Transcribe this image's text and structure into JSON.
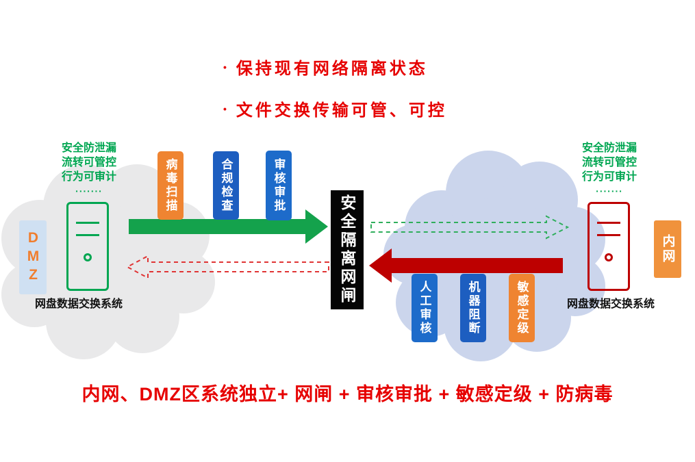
{
  "header": {
    "bullet_glyph": "•",
    "bullets": [
      "保持现有网络隔离状态",
      "文件交换传输可管、可控"
    ]
  },
  "dmz_zone": {
    "badge_label": "DMZ",
    "features": [
      "安全防泄漏",
      "流转可管控",
      "行为可审计",
      "·······"
    ],
    "system_label": "网盘数据交换系统"
  },
  "intranet_zone": {
    "badge_label": "内网",
    "features": [
      "安全防泄漏",
      "流转可管控",
      "行为可审计",
      "·······"
    ],
    "system_label": "网盘数据交换系统"
  },
  "gateway": {
    "label": "安全隔离网闸",
    "bg": "#050505",
    "text_color": "#ffffff"
  },
  "outbound_steps": [
    {
      "label": "病毒扫描",
      "color": "#ef8431"
    },
    {
      "label": "合规检查",
      "color": "#1d5ec0"
    },
    {
      "label": "审核审批",
      "color": "#1d6bca"
    }
  ],
  "inbound_steps": [
    {
      "label": "人工审核",
      "color": "#1d6bca"
    },
    {
      "label": "机器阻断",
      "color": "#1d5ec0"
    },
    {
      "label": "敏感定级",
      "color": "#ef8431"
    }
  ],
  "arrows": {
    "dmz_to_gateway": {
      "color": "#14a24c"
    },
    "gateway_to_dmz": {
      "color": "#e03434"
    },
    "gateway_to_intranet": {
      "color": "#2fae5c"
    },
    "intranet_to_gateway": {
      "color": "#bd0000"
    }
  },
  "clouds": {
    "left_color": "#e9e9ea",
    "right_color": "#cbd5ec"
  },
  "badges": {
    "dmz_bg": "#cfe0f2",
    "dmz_text_color": "#f07e2e",
    "intranet_bg": "#f0923c",
    "intranet_text_color": "#ffffff"
  },
  "features_color": "#00a651",
  "server_dmz_color": "#00a651",
  "server_intranet_color": "#bd0000",
  "accent_red": "#e60000",
  "footer": {
    "summary": "内网、DMZ区系统独立+ 网闸 + 审核审批 + 敏感定级 + 防病毒"
  }
}
